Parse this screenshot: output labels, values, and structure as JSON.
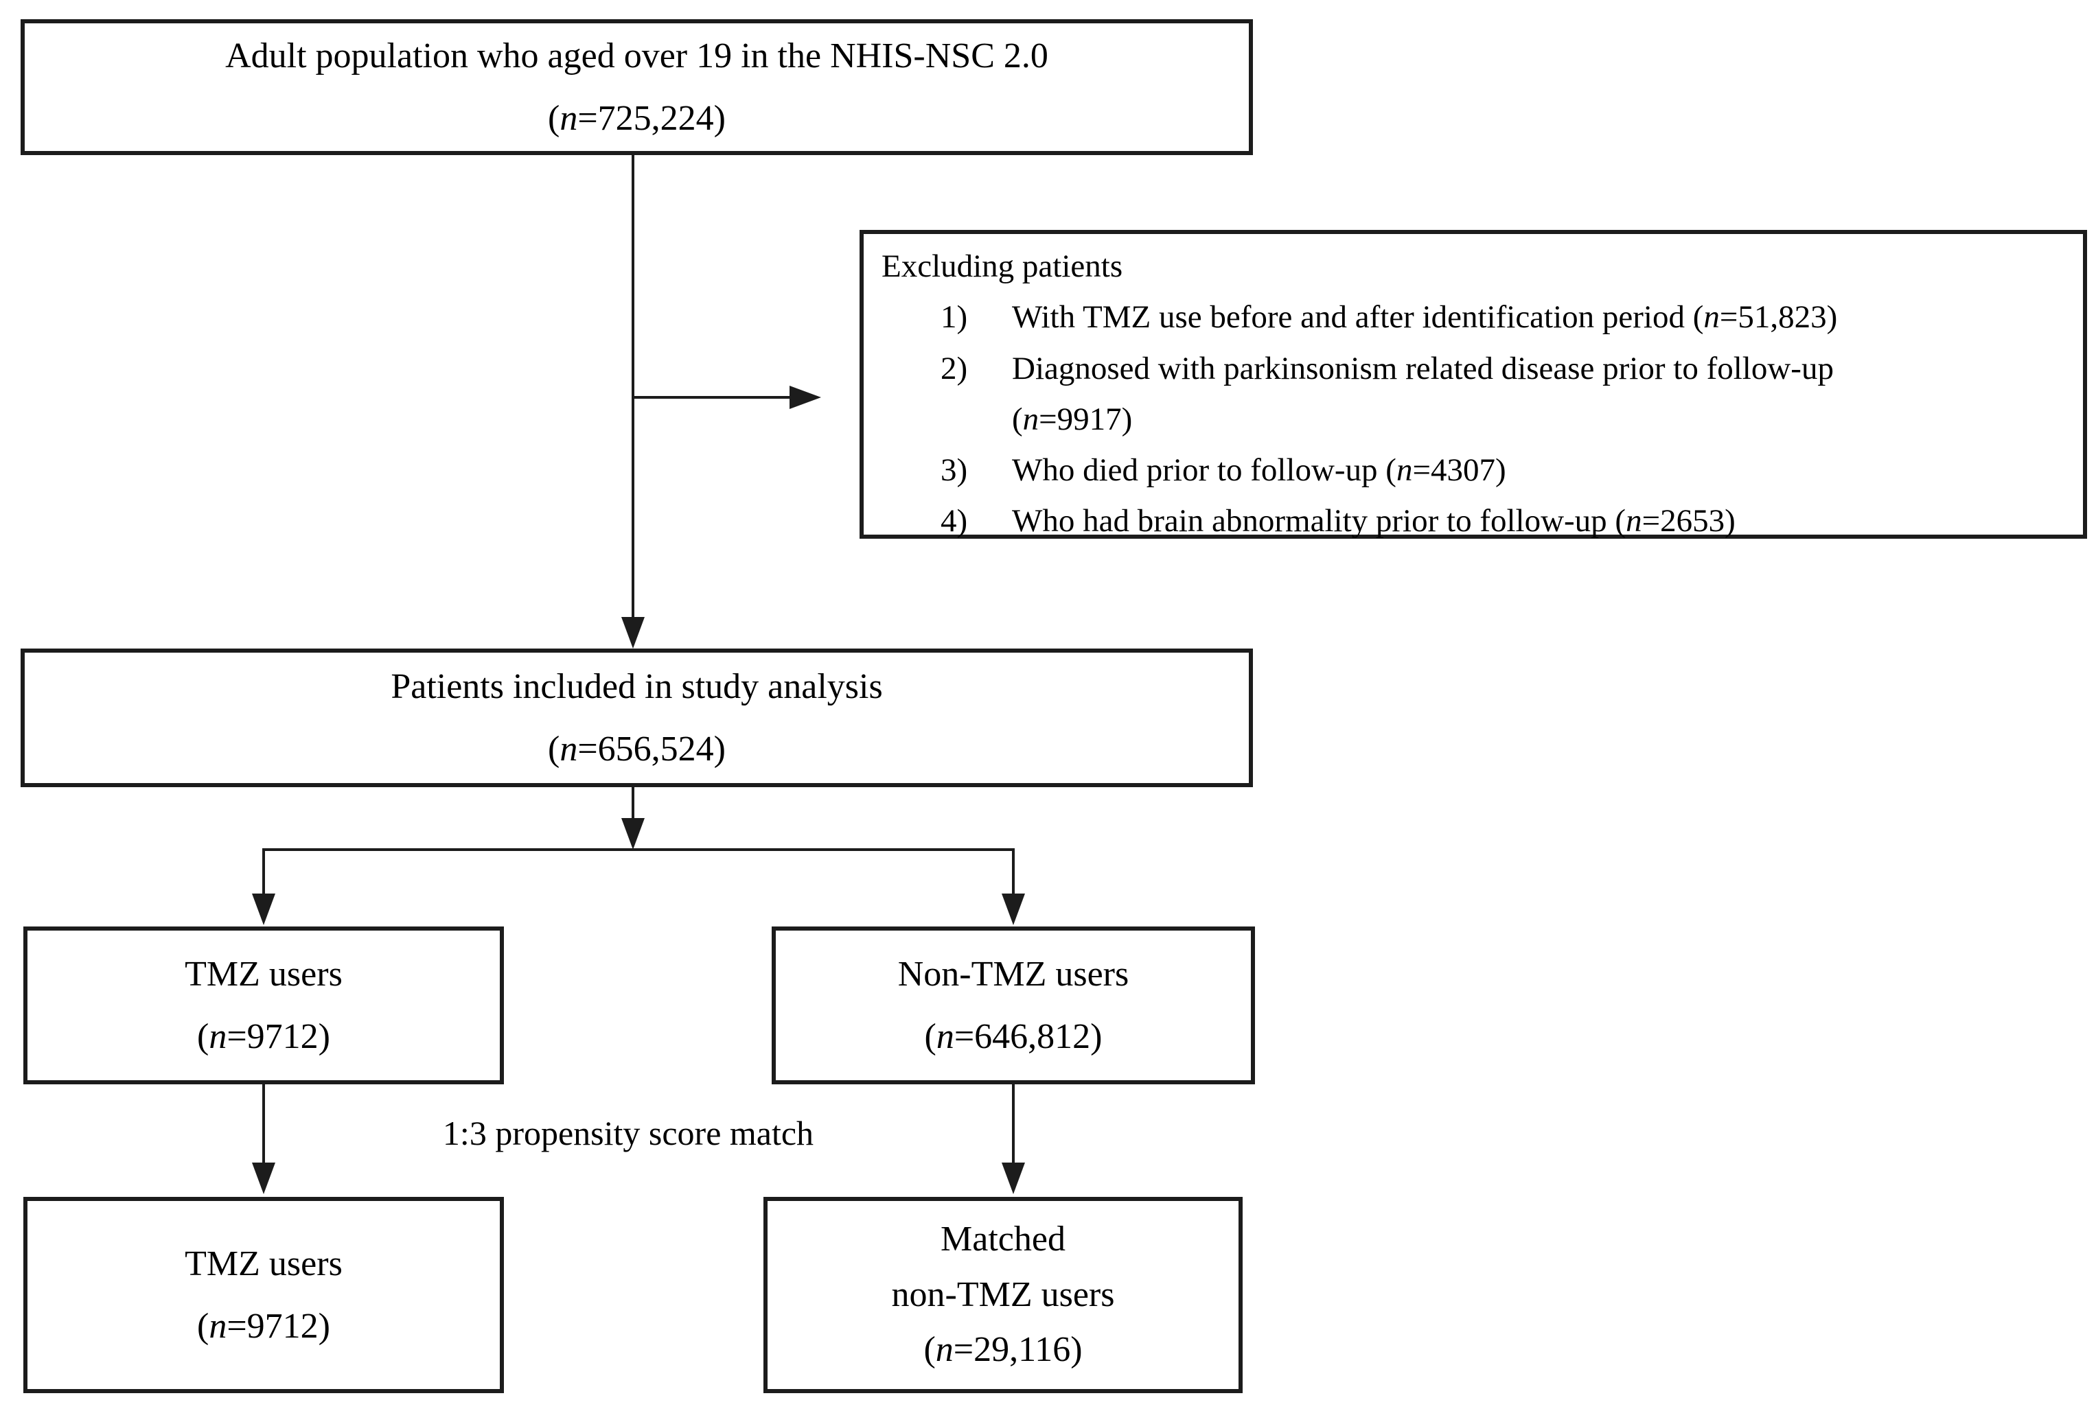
{
  "figure": {
    "boxes": {
      "population": {
        "lines": [
          [
            {
              "t": "Adult population who aged over 19 in the NHIS-NSC 2.0"
            }
          ],
          [
            {
              "t": "("
            },
            {
              "i": "n"
            },
            {
              "t": "=725,224)"
            }
          ]
        ]
      },
      "exclusion": {
        "title": "Excluding patients",
        "items": [
          {
            "num": "1)",
            "segs": [
              {
                "t": "With TMZ use before and after identification period ("
              },
              {
                "i": "n"
              },
              {
                "t": "=51,823)"
              }
            ]
          },
          {
            "num": "2)",
            "segs": [
              {
                "t": "Diagnosed with parkinsonism related disease prior to follow-up"
              },
              {
                "br": true
              },
              {
                "t": "("
              },
              {
                "i": "n"
              },
              {
                "t": "=9917)"
              }
            ]
          },
          {
            "num": "3)",
            "segs": [
              {
                "t": "Who died prior to follow-up ("
              },
              {
                "i": "n"
              },
              {
                "t": "=4307)"
              }
            ]
          },
          {
            "num": "4)",
            "segs": [
              {
                "t": "Who had brain abnormality prior to follow-up ("
              },
              {
                "i": "n"
              },
              {
                "t": "=2653)"
              }
            ]
          }
        ]
      },
      "included": {
        "lines": [
          [
            {
              "t": "Patients included in study analysis"
            }
          ],
          [
            {
              "t": "("
            },
            {
              "i": "n"
            },
            {
              "t": "=656,524)"
            }
          ]
        ]
      },
      "tmz_users": {
        "lines": [
          [
            {
              "t": "TMZ users"
            }
          ],
          [
            {
              "t": "("
            },
            {
              "i": "n"
            },
            {
              "t": "=9712)"
            }
          ]
        ]
      },
      "non_tmz_users": {
        "lines": [
          [
            {
              "t": "Non-TMZ users"
            }
          ],
          [
            {
              "t": "("
            },
            {
              "i": "n"
            },
            {
              "t": "=646,812)"
            }
          ]
        ]
      },
      "tmz_users_matched": {
        "lines": [
          [
            {
              "t": "TMZ users"
            }
          ],
          [
            {
              "t": "("
            },
            {
              "i": "n"
            },
            {
              "t": "=9712)"
            }
          ]
        ]
      },
      "matched_non_tmz_users": {
        "lines": [
          [
            {
              "t": "Matched"
            }
          ],
          [
            {
              "t": "non-TMZ users"
            }
          ],
          [
            {
              "t": "("
            },
            {
              "i": "n"
            },
            {
              "t": "=29,116)"
            }
          ]
        ]
      }
    },
    "labels": {
      "match": "1:3 propensity score match"
    },
    "colors": {
      "line": "#1c1c1c",
      "background": "#ffffff",
      "text": "#000000"
    }
  }
}
